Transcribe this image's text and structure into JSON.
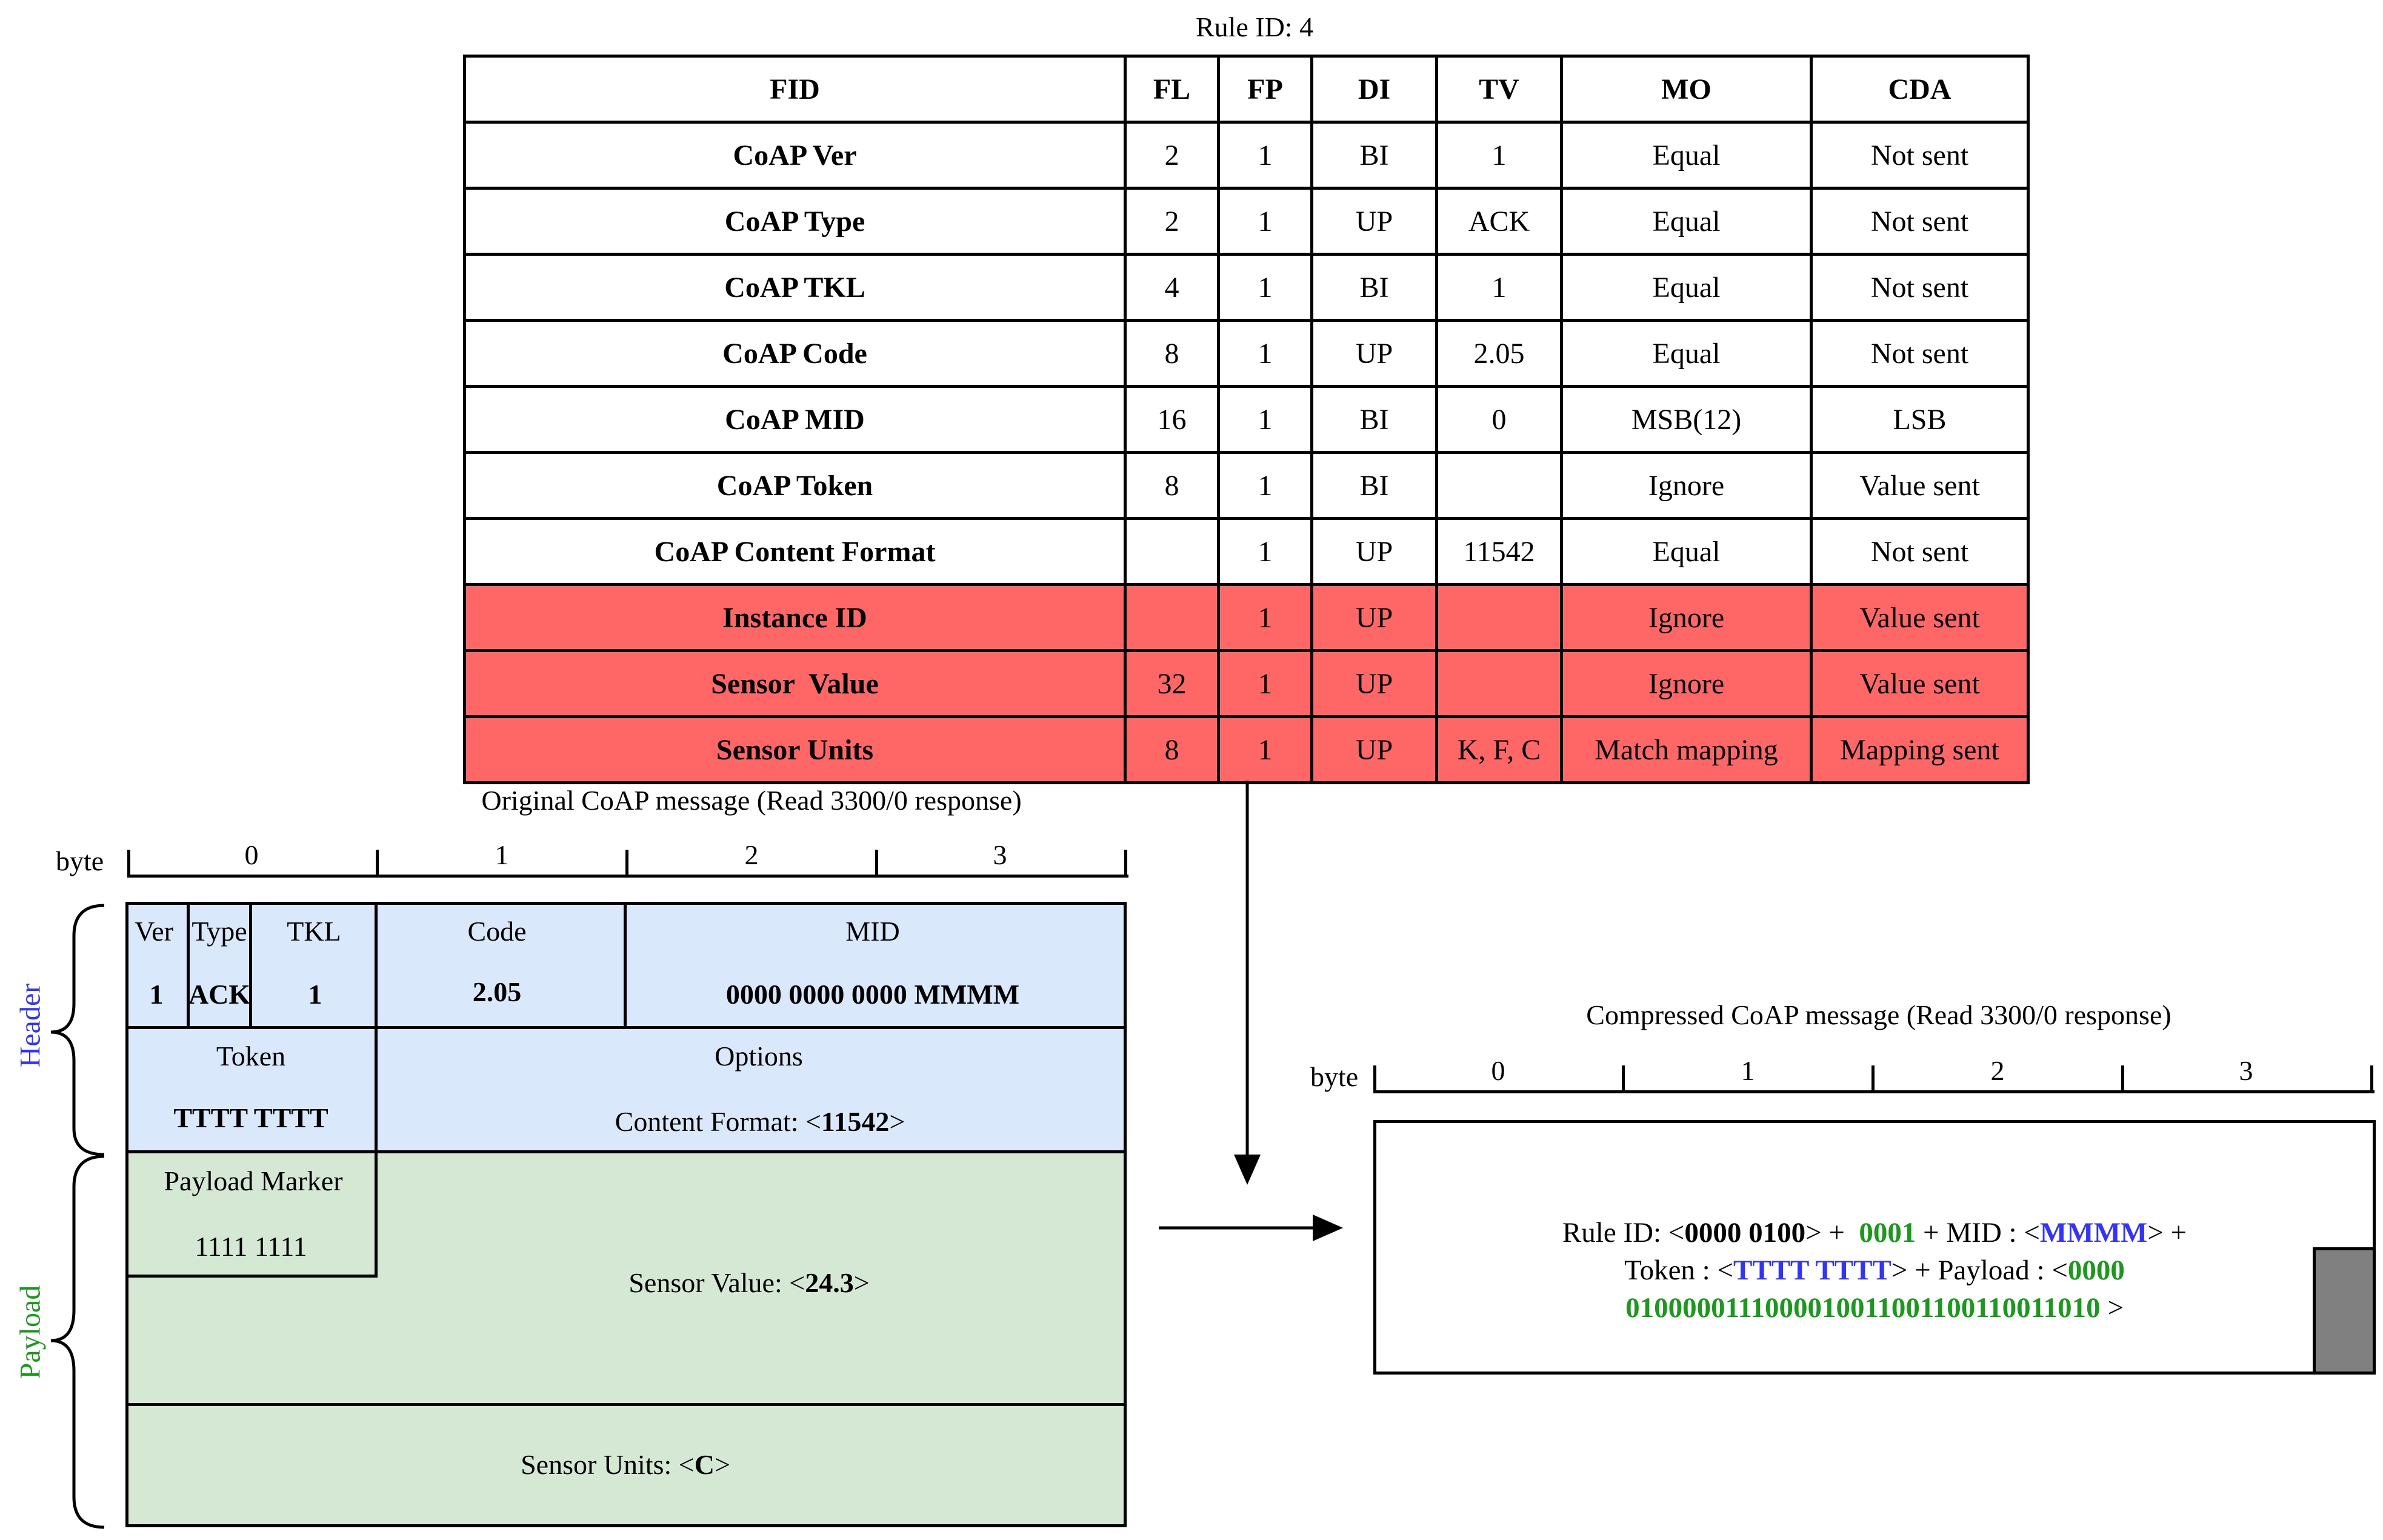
{
  "rule_title": "Rule ID: 4",
  "table": {
    "headers": [
      "FID",
      "FL",
      "FP",
      "DI",
      "TV",
      "MO",
      "CDA"
    ],
    "rows": [
      {
        "fid": "CoAP Ver",
        "fl": "2",
        "fp": "1",
        "di": "BI",
        "tv": "1",
        "mo": "Equal",
        "cda": "Not sent",
        "highlight": false
      },
      {
        "fid": "CoAP Type",
        "fl": "2",
        "fp": "1",
        "di": "UP",
        "tv": "ACK",
        "mo": "Equal",
        "cda": "Not sent",
        "highlight": false
      },
      {
        "fid": "CoAP TKL",
        "fl": "4",
        "fp": "1",
        "di": "BI",
        "tv": "1",
        "mo": "Equal",
        "cda": "Not sent",
        "highlight": false
      },
      {
        "fid": "CoAP Code",
        "fl": "8",
        "fp": "1",
        "di": "UP",
        "tv": "2.05",
        "mo": "Equal",
        "cda": "Not sent",
        "highlight": false
      },
      {
        "fid": "CoAP MID",
        "fl": "16",
        "fp": "1",
        "di": "BI",
        "tv": "0",
        "mo": "MSB(12)",
        "cda": "LSB",
        "highlight": false
      },
      {
        "fid": "CoAP Token",
        "fl": "8",
        "fp": "1",
        "di": "BI",
        "tv": "",
        "mo": "Ignore",
        "cda": "Value sent",
        "highlight": false
      },
      {
        "fid": "CoAP Content Format",
        "fl": "",
        "fp": "1",
        "di": "UP",
        "tv": "11542",
        "mo": "Equal",
        "cda": "Not sent",
        "highlight": false
      },
      {
        "fid": "Instance ID",
        "fl": "",
        "fp": "1",
        "di": "UP",
        "tv": "",
        "mo": "Ignore",
        "cda": "Value sent",
        "highlight": true
      },
      {
        "fid": "Sensor  Value",
        "fl": "32",
        "fp": "1",
        "di": "UP",
        "tv": "",
        "mo": "Ignore",
        "cda": "Value sent",
        "highlight": true
      },
      {
        "fid": "Sensor Units",
        "fl": "8",
        "fp": "1",
        "di": "UP",
        "tv": "K, F, C",
        "mo": "Match mapping",
        "cda": "Mapping sent",
        "highlight": true
      }
    ],
    "highlight_color": "#ff6666"
  },
  "original": {
    "title": "Original CoAP message (Read 3300/0 response)",
    "byte_label": "byte",
    "byte_ticks": [
      "0",
      "1",
      "2",
      "3"
    ],
    "header_label": "Header",
    "payload_label": "Payload",
    "ver_label": "Ver",
    "ver_value": "1",
    "type_label": "Type",
    "type_value": "ACK",
    "tkl_label": "TKL",
    "tkl_value": "1",
    "code_label": "Code",
    "code_value": "2.05",
    "mid_label": "MID",
    "mid_value": "0000 0000 0000 MMMM",
    "token_label": "Token",
    "token_value": "TTTT TTTT",
    "options_label": "Options",
    "content_format_prefix": "Content Format: <",
    "content_format_value": "11542",
    "content_format_suffix": ">",
    "payload_marker_label": "Payload Marker",
    "payload_marker_value": "1111 1111",
    "sensor_value_prefix": "Sensor Value: <",
    "sensor_value_value": "24.3",
    "sensor_value_suffix": ">",
    "sensor_units_prefix": "Sensor Units: <",
    "sensor_units_value": "C",
    "sensor_units_suffix": ">",
    "header_color": "#dae8fc",
    "payload_color": "#d5e8d4"
  },
  "compressed": {
    "title": "Compressed CoAP message (Read 3300/0 response)",
    "byte_label": "byte",
    "byte_ticks": [
      "0",
      "1",
      "2",
      "3"
    ],
    "rule_prefix": "Rule ID: <",
    "rule_bits": "0000 0100",
    "rule_suffix": "> +",
    "rule_extra": "0001",
    "mid_prefix": "+ MID : <",
    "mid_value": "MMMM",
    "mid_suffix": "> +",
    "token_prefix": "Token : <",
    "token_value": "TTTT TTTT",
    "payload_prefix": "> + Payload : <",
    "payload_bits_1": "0000",
    "payload_bits_2": "0100000111000010011001100110011010",
    "payload_suffix": ">",
    "green_color": "#1a9a1a",
    "blue_color": "#3333ff"
  }
}
